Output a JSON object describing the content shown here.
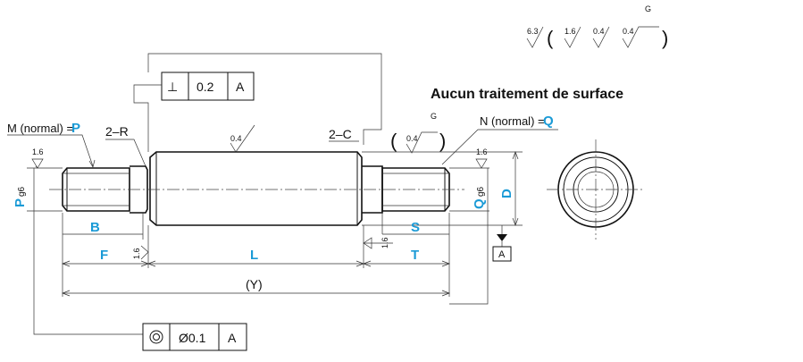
{
  "finish": {
    "general": "6.3",
    "bracket_open": "(",
    "values": [
      "1.6",
      "0.4",
      "0.4"
    ],
    "grind": "G",
    "bracket_close": ")"
  },
  "surface_note": "Aucun traitement de surface",
  "perpendicularity": {
    "symbol": "⊥",
    "value": "0.2",
    "datum": "A"
  },
  "concentricity": {
    "symbol": "◎",
    "value": "Ø0.1",
    "datum": "A"
  },
  "labels": {
    "m_normal": "M (normal) =",
    "p": "P",
    "n_normal": "N (normal) =",
    "q": "Q",
    "r2": "2–R",
    "c2": "2–C",
    "g6": "g6",
    "d": "D",
    "b": "B",
    "f": "F",
    "l": "L",
    "s": "S",
    "t": "T",
    "y": "(Y)",
    "datum_a": "A"
  },
  "roughness": {
    "left_thread": "1.6",
    "right_thread": "1.6",
    "body": "0.4",
    "left_shoulder": "1.6",
    "right_shoulder": "1.6",
    "chamfer_group": "0.4",
    "chamfer_grind": "G"
  }
}
